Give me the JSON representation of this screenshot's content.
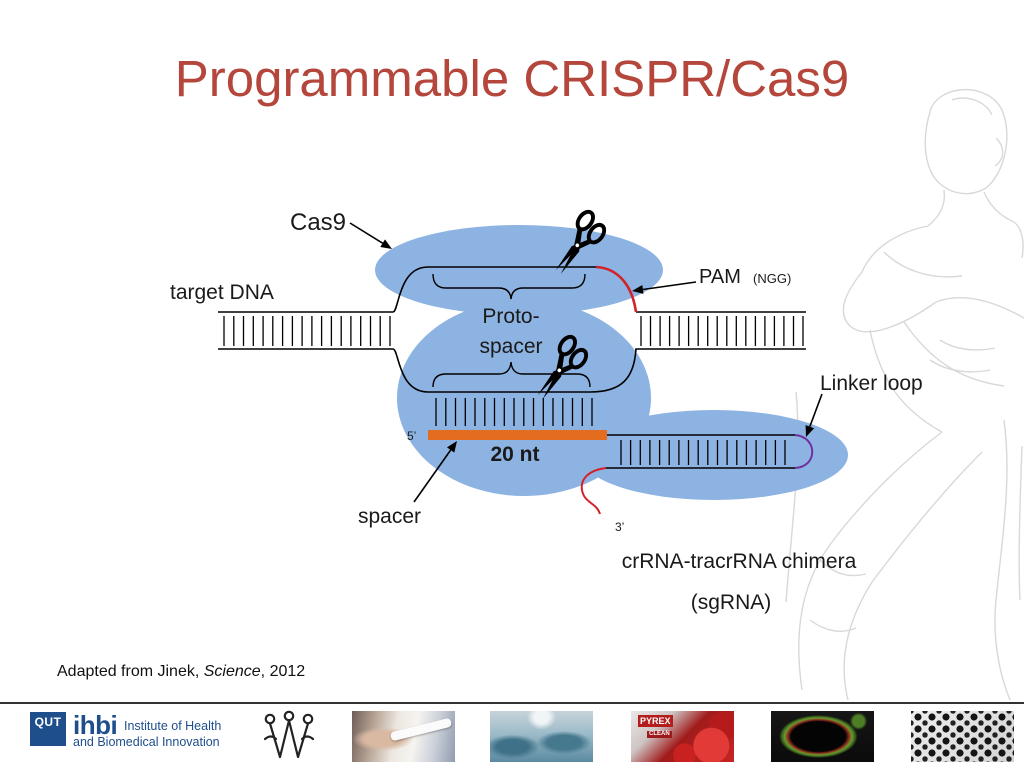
{
  "slide": {
    "title": "Programmable CRISPR/Cas9",
    "citation": {
      "prefix": "Adapted from Jinek, ",
      "journal": "Science",
      "suffix": ", 2012"
    }
  },
  "diagram": {
    "cas9_label": "Cas9",
    "target_dna_label": "target DNA",
    "pam_label": "PAM",
    "pam_sequence": "(NGG)",
    "protospacer_label": [
      "Proto-",
      "spacer"
    ],
    "linker_loop_label": "Linker loop",
    "five_prime_end": "5’",
    "spacer_length": "20 nt",
    "spacer_label": "spacer",
    "three_prime_end": "3’",
    "sgrna_label": [
      "crRNA-tracrRNA chimera",
      "(sgRNA)"
    ],
    "icons": [
      "scissors-icon",
      "scissors-icon"
    ]
  },
  "footer": {
    "qut_logo": "QUT",
    "institute_acronym": "ihbi",
    "institute_name": [
      "Institute of Health",
      "and Biomedical Innovation"
    ],
    "photo_text": {
      "brand": "PYREX",
      "sub": "CLEAN"
    },
    "icons": [
      "ihbi-symbol-icon"
    ]
  },
  "colors": {
    "title": "#b4463b",
    "protein": "#8db3e2",
    "dna_strand": "#000000",
    "pam": "#d2232a",
    "spacer_bar": "#e46c1e",
    "linker_loop": "#7030a0",
    "tracrrna_tail": "#d2232a",
    "brand_blue": "#1f4e8d"
  }
}
